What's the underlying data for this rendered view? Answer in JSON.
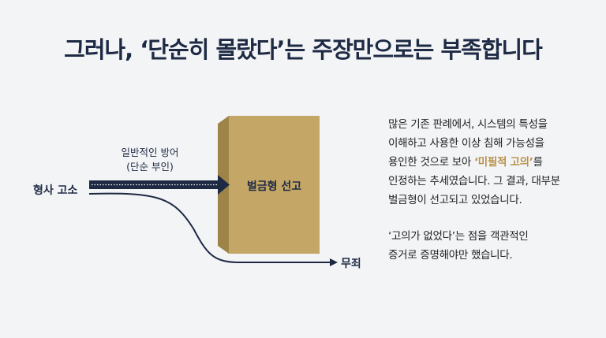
{
  "title": "그러나, ‘단순히 몰랐다’는 주장만으로는 부족합니다",
  "diagram": {
    "start_label": "형사 고소",
    "arrow_label_line1": "일반적인 방어",
    "arrow_label_line2": "(단순 부인)",
    "box_label": "벌금형 선고",
    "end_label": "무죄"
  },
  "paragraph1": {
    "line1": "많은 기존 판례에서, 시스템의 특성을",
    "line2": "이해하고 사용한 이상 침해 가능성을",
    "line3_pre": "용인한 것으로 보아 ",
    "line3_highlight": "‘미필적 고의’",
    "line3_post": "를",
    "line4": "인정하는 추세였습니다. 그 결과, 대부분",
    "line5": "벌금형이 선고되고 있었습니다."
  },
  "paragraph2": {
    "line1": "‘고의가 없었다’는 점을 객관적인",
    "line2": "증거로 증명해야만 했습니다."
  },
  "colors": {
    "navy": "#1e2a44",
    "gold": "#c4a767",
    "gold_side": "#9e8448",
    "highlight": "#b8924a"
  }
}
